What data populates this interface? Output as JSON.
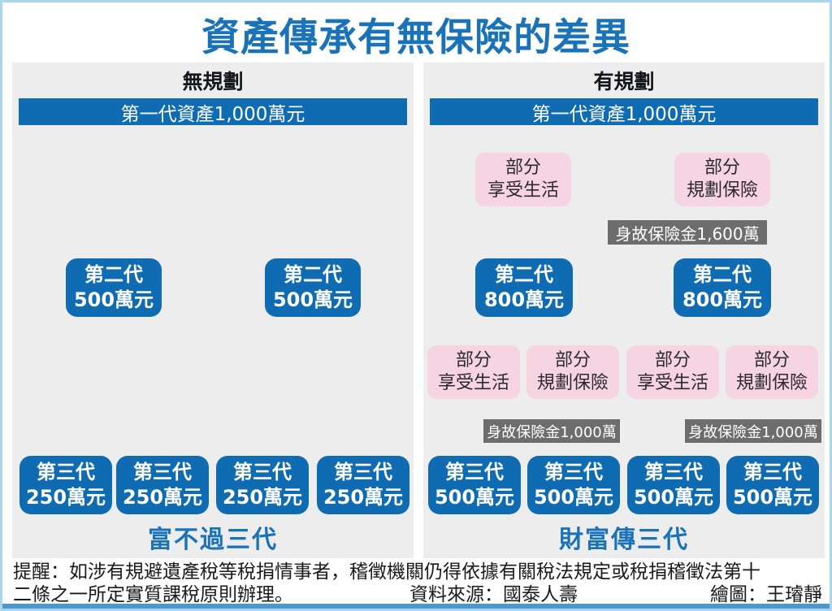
{
  "title": "資產傳承有無保險的差異",
  "left_panel": {
    "header": "無規劃",
    "gen1": "第一代資產1,000萬元",
    "gen2": [
      {
        "name": "第二代",
        "value": "500萬元"
      },
      {
        "name": "第二代",
        "value": "500萬元"
      }
    ],
    "gen3": [
      {
        "name": "第三代",
        "value": "250萬元"
      },
      {
        "name": "第三代",
        "value": "250萬元"
      },
      {
        "name": "第三代",
        "value": "250萬元"
      },
      {
        "name": "第三代",
        "value": "250萬元"
      }
    ],
    "caption": "富不過三代"
  },
  "right_panel": {
    "header": "有規劃",
    "gen1": "第一代資產1,000萬元",
    "allocation1": [
      {
        "line1": "部分",
        "line2": "享受生活"
      },
      {
        "line1": "部分",
        "line2": "規劃保險"
      }
    ],
    "benefit1": "身故保險金1,600萬",
    "gen2": [
      {
        "name": "第二代",
        "value": "800萬元"
      },
      {
        "name": "第二代",
        "value": "800萬元"
      }
    ],
    "allocation2": [
      {
        "line1": "部分",
        "line2": "享受生活"
      },
      {
        "line1": "部分",
        "line2": "規劃保險"
      },
      {
        "line1": "部分",
        "line2": "享受生活"
      },
      {
        "line1": "部分",
        "line2": "規劃保險"
      }
    ],
    "benefit2": [
      "身故保險金1,000萬",
      "身故保險金1,000萬"
    ],
    "gen3": [
      {
        "name": "第三代",
        "value": "500萬元"
      },
      {
        "name": "第三代",
        "value": "500萬元"
      },
      {
        "name": "第三代",
        "value": "500萬元"
      },
      {
        "name": "第三代",
        "value": "500萬元"
      }
    ],
    "caption": "財富傳三代"
  },
  "footer": {
    "reminder_line1": "提醒：如涉有規避遺產稅等稅捐情事者，稽徵機關仍得依據有關稅法規定或稅捐稽徵法第十",
    "reminder_line2": "二條之一所定實質課稅原則辦理。",
    "source": "資料來源：國泰人壽",
    "credit": "繪圖：王璿靜"
  },
  "colors": {
    "title_blue": "#1a73b9",
    "box_blue": "#0f6bb2",
    "pink": "#f7d4e2",
    "label_gray": "#6d6d6d",
    "panel_gray": "#ededed",
    "border_blue": "#abd4ef",
    "line_black": "#1a1a1a"
  }
}
